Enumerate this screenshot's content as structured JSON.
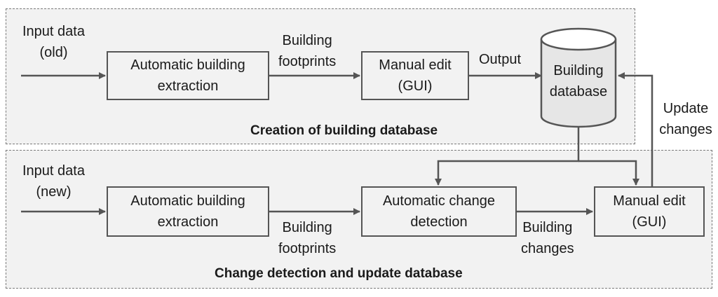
{
  "creation": {
    "title": "Creation of building database",
    "input_label": "Input data\n(old)",
    "extraction_box": "Automatic building\nextraction",
    "footprints_label": "Building\nfootprints",
    "manual_edit_box": "Manual edit\n(GUI)",
    "output_label": "Output"
  },
  "database": {
    "label": "Building\ndatabase"
  },
  "update_label": "Update\nchanges",
  "change": {
    "title": "Change detection and update database",
    "input_label": "Input data\n(new)",
    "extraction_box": "Automatic building\nextraction",
    "footprints_label": "Building\nfootprints",
    "change_detection_box": "Automatic change\ndetection",
    "changes_label": "Building\nchanges",
    "manual_edit_box": "Manual edit\n(GUI)"
  },
  "colors": {
    "stroke": "#555555",
    "fill": "#f2f2f2",
    "text": "#1a1a1a"
  }
}
